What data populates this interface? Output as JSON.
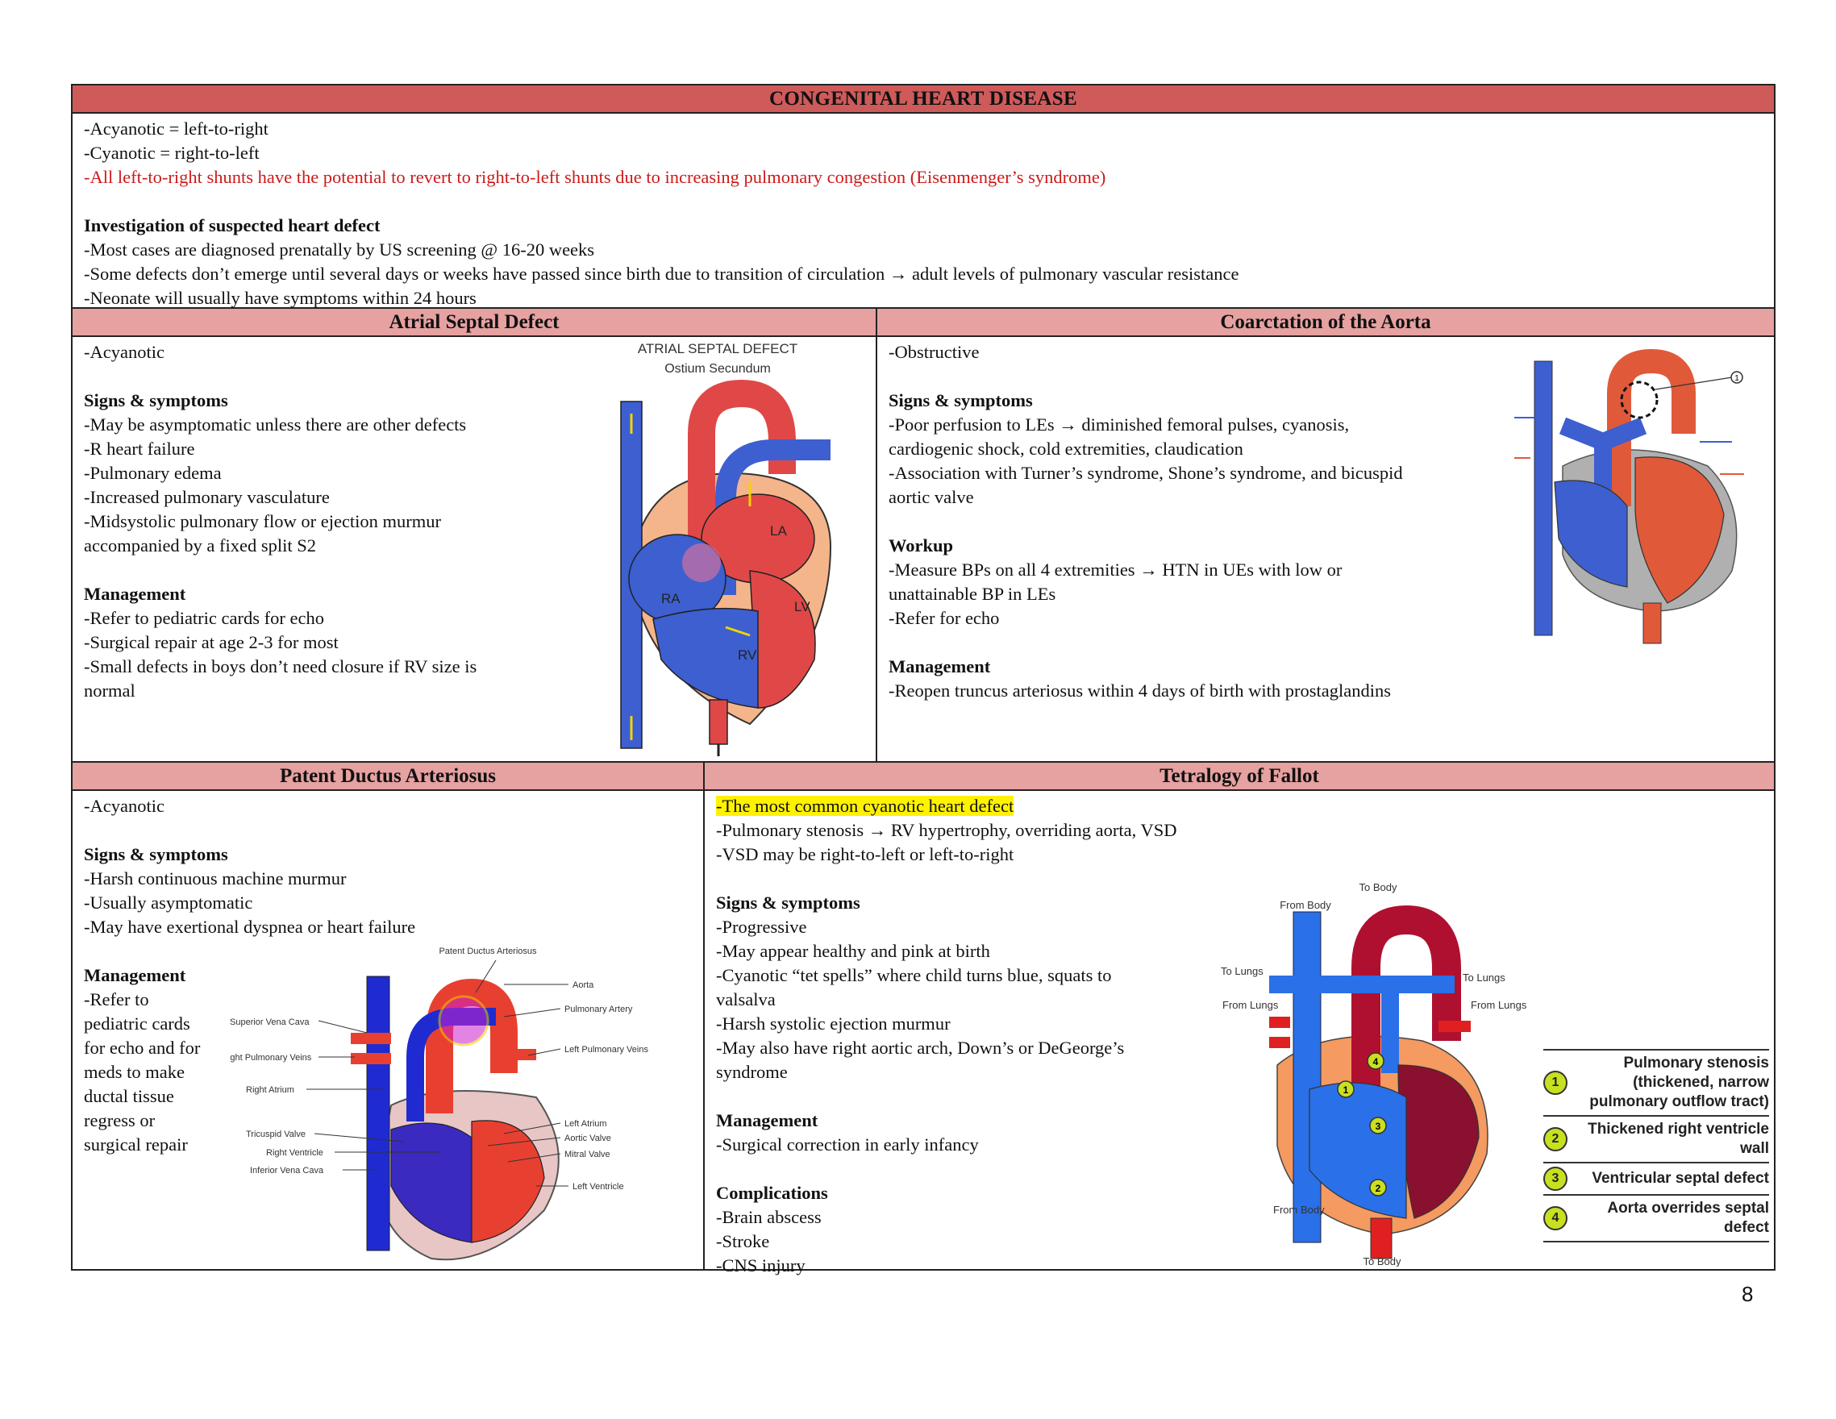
{
  "title": "CONGENITAL HEART DISEASE",
  "intro": {
    "lines": [
      "-Acyanotic = left-to-right",
      "-Cyanotic = right-to-left"
    ],
    "red_line": "-All left-to-right shunts have the potential to revert to right-to-left shunts due to increasing pulmonary congestion (Eisenmenger’s syndrome)",
    "investigation_heading": "Investigation of suspected heart defect",
    "investigation_lines": [
      "-Most cases are diagnosed prenatally by US screening @ 16-20 weeks",
      "-Some defects don’t emerge until several days or weeks have passed since birth due to transition of circulation → adult levels of pulmonary vascular resistance",
      "-Neonate will usually have symptoms within 24 hours"
    ]
  },
  "asd": {
    "title": "Atrial Septal Defect",
    "type": "-Acyanotic",
    "signs_heading": "Signs & symptoms",
    "signs": [
      "-May be asymptomatic unless there are other defects",
      "-R heart failure",
      "-Pulmonary edema",
      "-Increased pulmonary vasculature",
      "-Midsystolic pulmonary flow or ejection murmur",
      "accompanied by a fixed split S2"
    ],
    "mgmt_heading": "Management",
    "mgmt": [
      "-Refer to pediatric cards for echo",
      "-Surgical repair at age 2-3 for most",
      "-Small defects in boys don’t need closure if RV size is",
      "normal"
    ],
    "diagram": {
      "title": "ATRIAL SEPTAL DEFECT",
      "subtitle": "Ostium Secundum",
      "labels": {
        "la": "LA",
        "ra": "RA",
        "lv": "LV",
        "rv": "RV"
      }
    }
  },
  "coa": {
    "title": "Coarctation of the Aorta",
    "type": "-Obstructive",
    "signs_heading": "Signs & symptoms",
    "signs": [
      "-Poor perfusion to LEs → diminished femoral pulses, cyanosis,",
      "cardiogenic shock, cold extremities, claudication",
      "-Association with Turner’s syndrome, Shone’s syndrome, and bicuspid",
      "aortic valve"
    ],
    "workup_heading": "Workup",
    "workup": [
      "-Measure BPs on all 4 extremities → HTN in UEs with low or",
      "unattainable BP in LEs",
      "-Refer for echo"
    ],
    "mgmt_heading": "Management",
    "mgmt": [
      "-Reopen truncus arteriosus within 4 days of birth with prostaglandins"
    ],
    "diagram": {
      "marker": "1"
    }
  },
  "pda": {
    "title": "Patent Ductus Arteriosus",
    "type": "-Acyanotic",
    "signs_heading": "Signs & symptoms",
    "signs": [
      "-Harsh continuous machine murmur",
      "-Usually asymptomatic",
      "-May have exertional dyspnea or heart failure"
    ],
    "mgmt_heading": "Management",
    "mgmt": [
      "-Refer to",
      "pediatric cards",
      "for echo and for",
      "meds to make",
      "ductal tissue",
      "regress or",
      "surgical repair"
    ],
    "diagram": {
      "labels": {
        "pda": "Patent Ductus Arteriosus",
        "aorta": "Aorta",
        "pa": "Pulmonary Artery",
        "svc": "Superior Vena Cava",
        "lpv": "Left Pulmonary Veins",
        "rpv": "Right Pulmonary Veins",
        "la": "Left Atrium",
        "av": "Aortic Valve",
        "ra": "Right Atrium",
        "mv": "Mitral Valve",
        "lv": "Left Ventricle",
        "tv": "Tricuspid Valve",
        "rv": "Right Ventricle",
        "ivc": "Inferior Vena Cava"
      }
    }
  },
  "tof": {
    "title": "Tetralogy of Fallot",
    "highlight": "-The most common cyanotic heart defect",
    "lines": [
      "-Pulmonary stenosis → RV hypertrophy, overriding aorta, VSD",
      "-VSD may be right-to-left or left-to-right"
    ],
    "signs_heading": "Signs & symptoms",
    "signs": [
      "-Progressive",
      "-May appear healthy and pink at birth",
      "-Cyanotic “tet spells” where child turns blue, squats to",
      "valsalva",
      "-Harsh systolic ejection murmur",
      "-May also have right aortic arch, Down’s or DeGeorge’s",
      "syndrome"
    ],
    "mgmt_heading": "Management",
    "mgmt": [
      "-Surgical correction in early infancy"
    ],
    "comp_heading": "Complications",
    "comp": [
      "-Brain abscess",
      "-Stroke",
      "-CNS injury"
    ],
    "diagram": {
      "labels": {
        "to_body_top": "To Body",
        "from_body_top": "From Body",
        "to_lungs_left": "To Lungs",
        "to_lungs_right": "To Lungs",
        "from_lungs_left": "From Lungs",
        "from_lungs_right": "From Lungs",
        "from_body_bottom": "From Body",
        "to_body_bottom": "To Body"
      },
      "key": [
        {
          "num": "1",
          "text": "Pulmonary stenosis (thickened, narrow pulmonary outflow tract)"
        },
        {
          "num": "2",
          "text": "Thickened right ventricle wall"
        },
        {
          "num": "3",
          "text": "Ventricular septal defect"
        },
        {
          "num": "4",
          "text": "Aorta overrides septal defect"
        }
      ]
    }
  },
  "page_number": "8"
}
